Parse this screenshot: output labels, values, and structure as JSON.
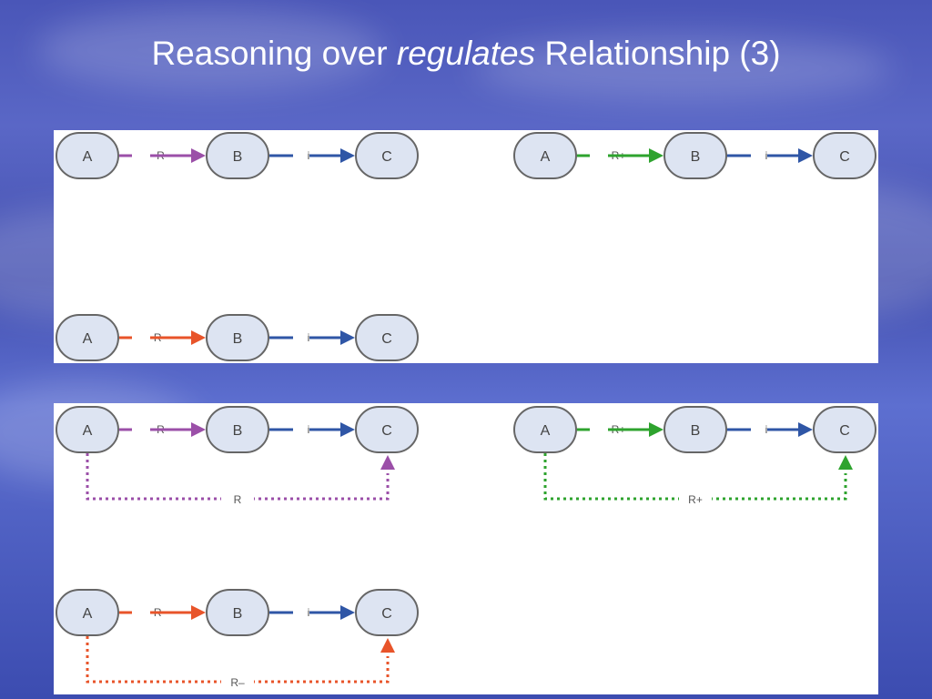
{
  "slide": {
    "title_prefix": "Reasoning over ",
    "title_italic": "regulates",
    "title_suffix": "  Relationship (3)"
  },
  "colors": {
    "r": "#9b4fa8",
    "r_plus": "#2ea32e",
    "r_minus": "#e8542a",
    "i": "#2f56a6",
    "node_fill": "#dde4f2",
    "node_stroke": "#666666"
  },
  "nodes": {
    "a": "A",
    "b": "B",
    "c": "C"
  },
  "edges": {
    "r": "R",
    "r_plus": "R+",
    "r_minus": "R–",
    "i": "i"
  },
  "diagrams": [
    {
      "panel": "top",
      "ab_edge": "r"
    },
    {
      "panel": "top",
      "ab_edge": "r_plus"
    },
    {
      "panel": "top",
      "ab_edge": "r_minus"
    },
    {
      "panel": "bottom",
      "ab_edge": "r",
      "inferred_ac": "r"
    },
    {
      "panel": "bottom",
      "ab_edge": "r_plus",
      "inferred_ac": "r_plus"
    },
    {
      "panel": "bottom",
      "ab_edge": "r_minus",
      "inferred_ac": "r_minus"
    }
  ]
}
